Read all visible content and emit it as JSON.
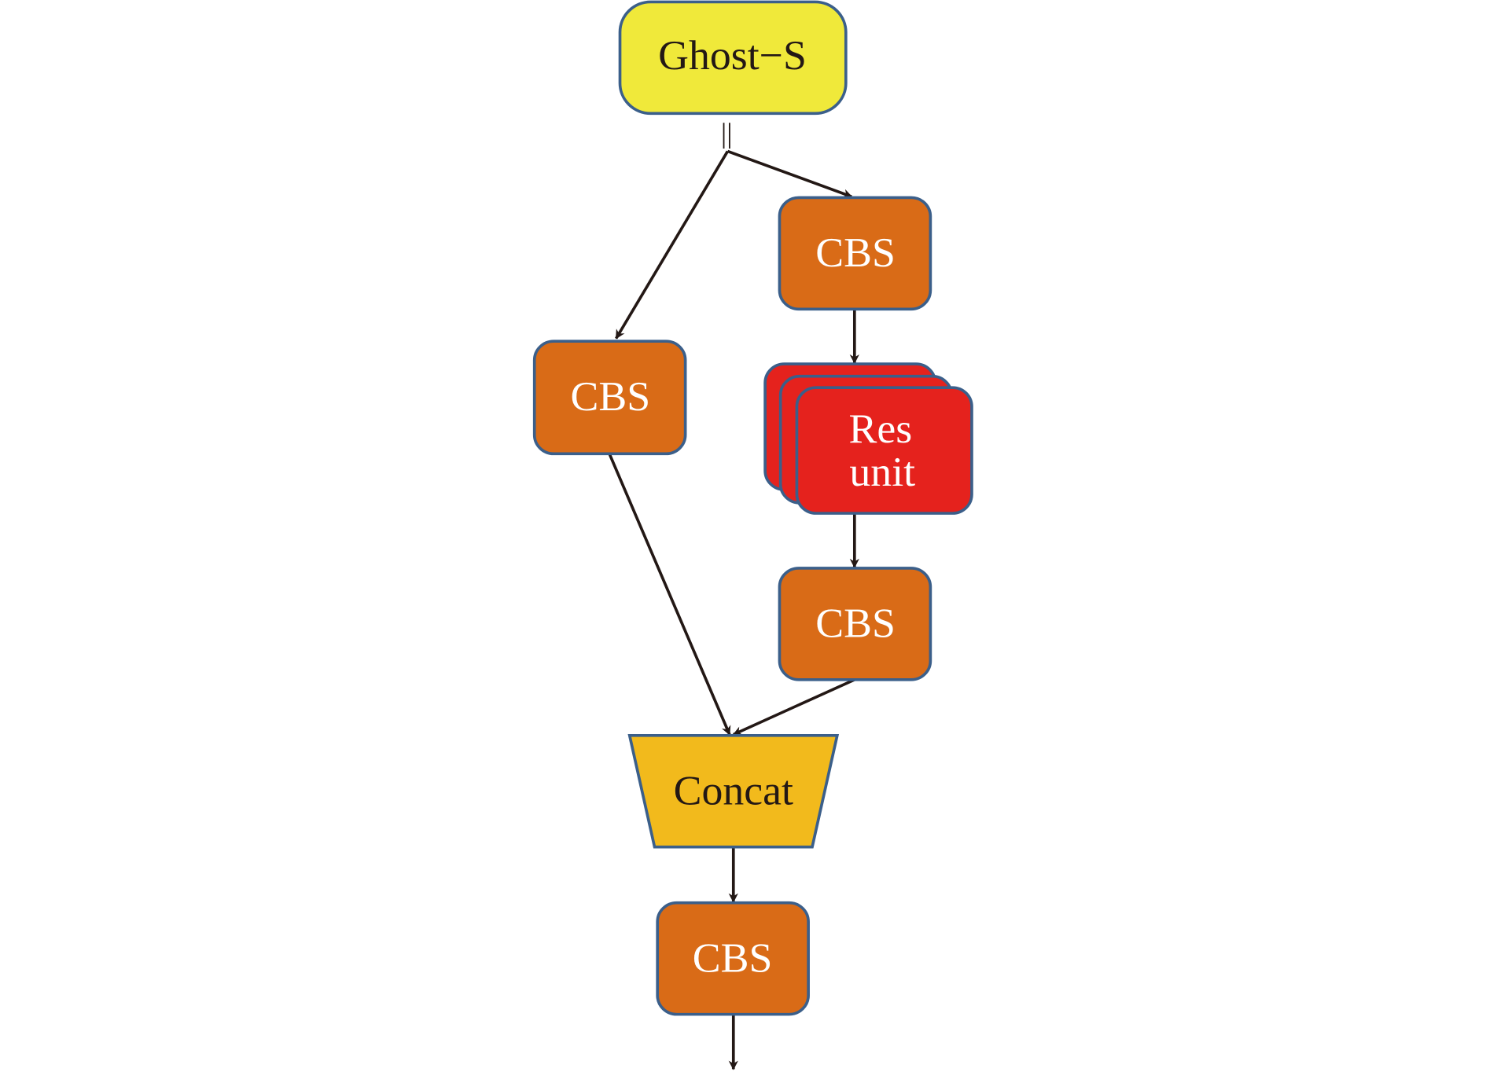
{
  "nodes": {
    "ghost": "Ghost−S",
    "equals_mark": "||",
    "cbs_right_top": "CBS",
    "cbs_left": "CBS",
    "res_line1": "Res",
    "res_line2": "unit",
    "cbs_right_bottom": "CBS",
    "concat": "Concat",
    "cbs_bottom": "CBS"
  },
  "colors": {
    "ghost_fill": "#F0E93A",
    "cbs_fill": "#D96B17",
    "res_fill": "#E5221D",
    "concat_fill": "#F2BA1C",
    "border": "#3B5F8A",
    "arrow": "#231815"
  }
}
